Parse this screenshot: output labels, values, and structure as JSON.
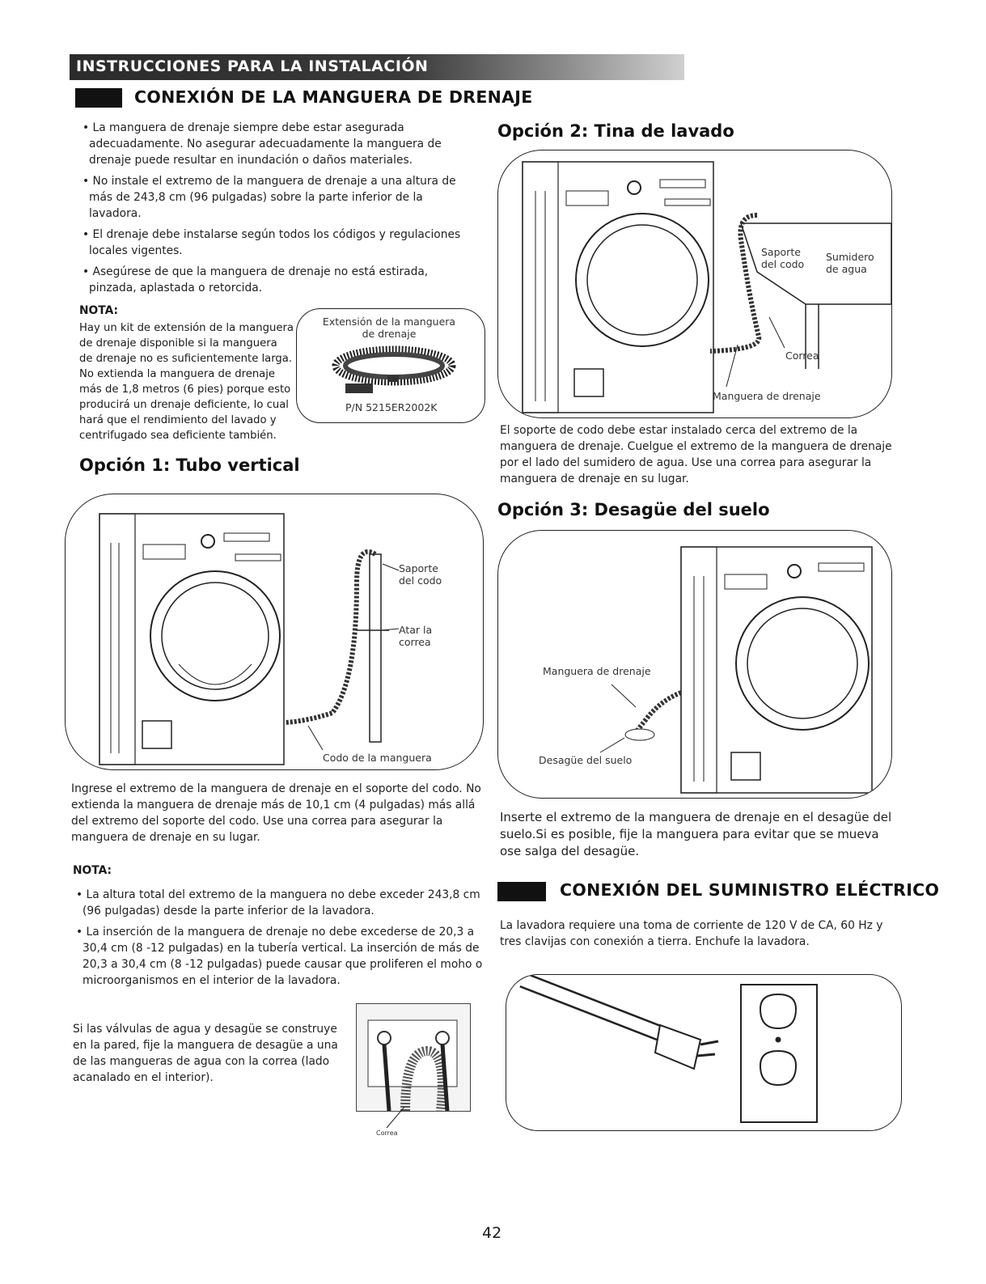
{
  "header": {
    "banner": "INSTRUCCIONES PARA LA INSTALACIÓN"
  },
  "section_drain": {
    "title": "CONEXIÓN DE LA MANGUERA DE DRENAJE",
    "bullets": [
      "• La manguera de drenaje siempre debe estar asegurada adecuadamente. No asegurar adecuadamente la manguera de drenaje puede resultar en inundación o daños materiales.",
      "• No instale el extremo de la manguera de drenaje a una altura de más de 243,8 cm (96 pulgadas) sobre la parte inferior de la lavadora.",
      "• El drenaje debe instalarse según todos los códigos y regulaciones locales vigentes.",
      "• Asegúrese de que la manguera de drenaje no está estirada, pinzada, aplastada o retorcida."
    ],
    "note_title": "NOTA:",
    "note_text": "Hay un kit de extensión de la manguera de drenaje disponible si la manguera de drenaje no es suficientemente larga. No extienda la manguera de drenaje más de 1,8 metros (6 pies) porque esto producirá un drenaje deficiente, lo cual hará que el rendimiento del lavado y centrifugado sea deficiente también.",
    "kit_label": "Extensión de la manguera de drenaje",
    "kit_pn": "P/N 5215ER2002K"
  },
  "option1": {
    "title": "Opción 1: Tubo vertical",
    "label_support": "Saporte del codo",
    "label_strap": "Atar la correa",
    "label_elbow": "Codo de la manguera",
    "text": "Ingrese el extremo de la manguera de drenaje en el soporte del codo. No extienda la manguera de drenaje más de 10,1 cm (4 pulgadas) más allá del extremo del soporte del codo. Use una correa para asegurar la manguera de drenaje en su lugar.",
    "note_title": "NOTA:",
    "note_bullets": [
      "• La altura total del extremo de la manguera no debe exceder 243,8 cm (96 pulgadas) desde la parte inferior de la lavadora.",
      "• La inserción de la manguera de drenaje no debe excederse de 20,3 a 30,4 cm (8 -12 pulgadas) en la tubería vertical. La inserción de más de 20,3 a 30,4 cm (8 -12 pulgadas) puede causar que proliferen el moho o microorganismos en el interior de la lavadora."
    ],
    "wall_text": "Si las válvulas de agua y desagüe se construye en la pared, fije la manguera de desagüe a una de las mangueras de agua con la correa (lado acanalado en el interior).",
    "wall_label": "Correa"
  },
  "option2": {
    "title": "Opción 2: Tina de lavado",
    "label_support": "Saporte del codo",
    "label_sink": "Sumidero de agua",
    "label_strap": "Correa",
    "label_hose": "Manguera de drenaje",
    "text": "El soporte de codo debe estar instalado cerca del extremo de la manguera de drenaje. Cuelgue el extremo de la manguera de drenaje por el lado del sumidero de agua. Use una correa para asegurar la manguera de drenaje en su lugar."
  },
  "option3": {
    "title": "Opción 3: Desagüe del suelo",
    "label_hose": "Manguera de drenaje",
    "label_floor": "Desagüe del suelo",
    "text": "Inserte el extremo de la manguera de drenaje en el desagüe del suelo.Si es posible, fije la manguera para evitar que se mueva ose salga del desagüe."
  },
  "section_power": {
    "title": "CONEXIÓN DEL SUMINISTRO ELÉCTRICO",
    "text": "La lavadora requiere una toma de corriente de 120 V de CA, 60 Hz y tres clavijas con conexión a tierra. Enchufe la lavadora."
  },
  "page_number": "42"
}
